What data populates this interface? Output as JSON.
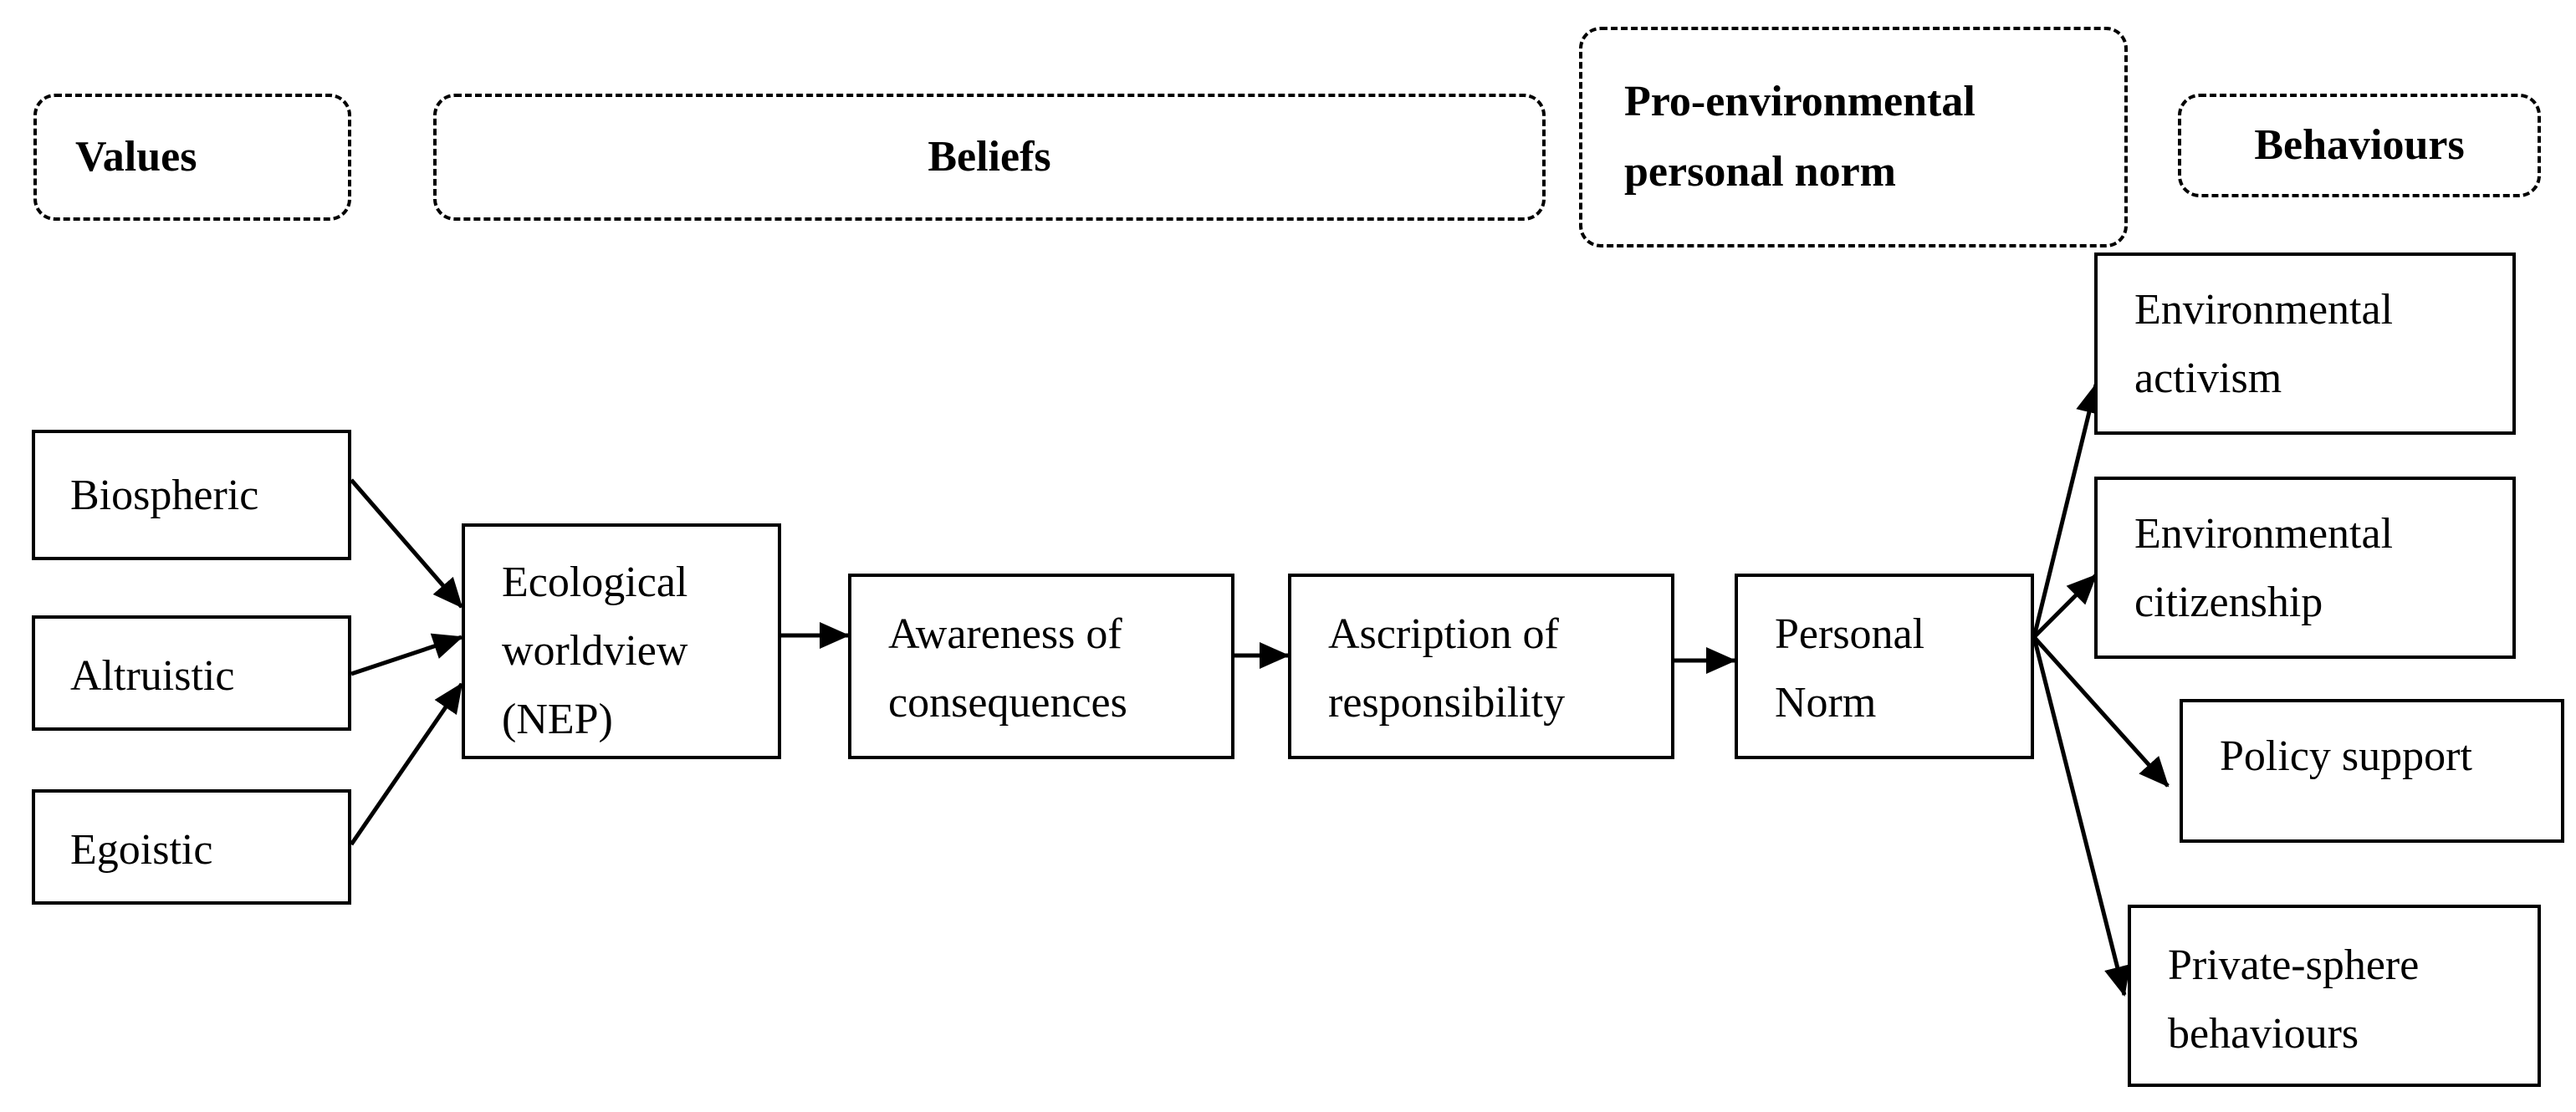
{
  "headers": {
    "values": "Values",
    "beliefs": "Beliefs",
    "norm": "Pro-environmental\npersonal norm",
    "behaviours": "Behaviours"
  },
  "boxes": {
    "biospheric": "Biospheric",
    "altruistic": "Altruistic",
    "egoistic": "Egoistic",
    "nep": "Ecological\nworldview\n(NEP)",
    "awareness": "Awareness of\nconsequences",
    "ascription": "Ascription of\nresponsibility",
    "personal_norm": "Personal\nNorm",
    "activism": "Environmental\nactivism",
    "citizenship": "Environmental\ncitizenship",
    "policy": "Policy support",
    "private": "Private-sphere\nbehaviours"
  },
  "colors": {
    "line": "#000000",
    "background": "#ffffff"
  }
}
